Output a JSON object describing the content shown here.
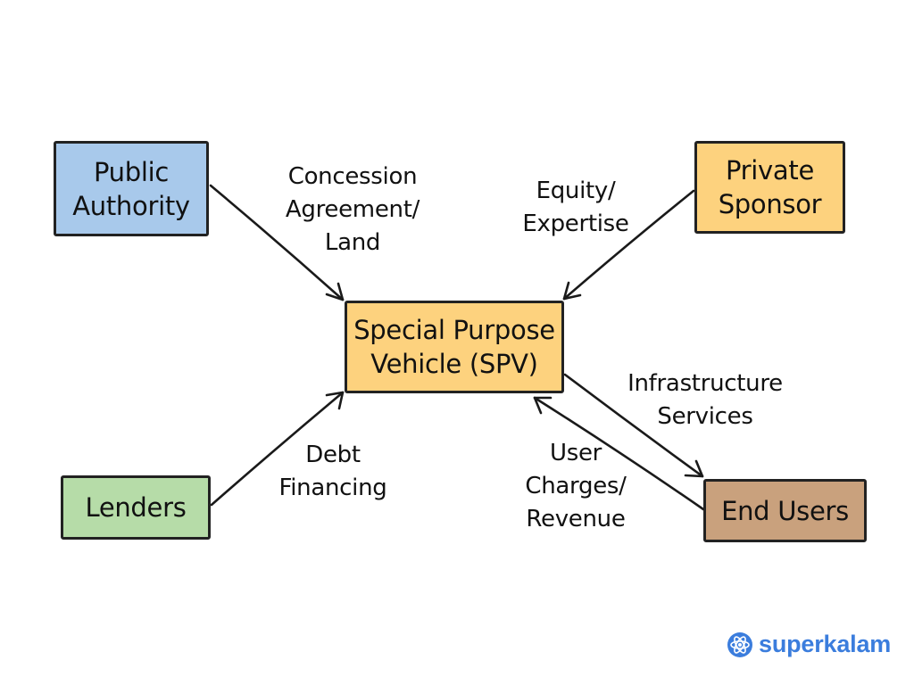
{
  "diagram": {
    "nodes": {
      "public_authority": {
        "lines": [
          "Public",
          "Authority"
        ],
        "color": "#a8c9eb"
      },
      "private_sponsor": {
        "lines": [
          "Private",
          "Sponsor"
        ],
        "color": "#fdd27e"
      },
      "spv": {
        "lines": [
          "Special Purpose",
          "Vehicle (SPV)"
        ],
        "color": "#fdd27e"
      },
      "lenders": {
        "lines": [
          "Lenders"
        ],
        "color": "#b6dca8"
      },
      "end_users": {
        "lines": [
          "End Users"
        ],
        "color": "#c9a17d"
      }
    },
    "edges": [
      {
        "from": "public_authority",
        "to": "spv",
        "label": [
          "Concession",
          "Agreement/",
          "Land"
        ]
      },
      {
        "from": "private_sponsor",
        "to": "spv",
        "label": [
          "Equity/",
          "Expertise"
        ]
      },
      {
        "from": "lenders",
        "to": "spv",
        "label": [
          "Debt",
          "Financing"
        ]
      },
      {
        "from": "spv",
        "to": "end_users",
        "label": [
          "Infrastructure",
          "Services"
        ]
      },
      {
        "from": "end_users",
        "to": "spv",
        "label": [
          "User",
          "Charges/",
          "Revenue"
        ]
      }
    ]
  },
  "brand": {
    "name": "superkalam",
    "icon": "atom-icon",
    "color": "#3b7ddd"
  }
}
